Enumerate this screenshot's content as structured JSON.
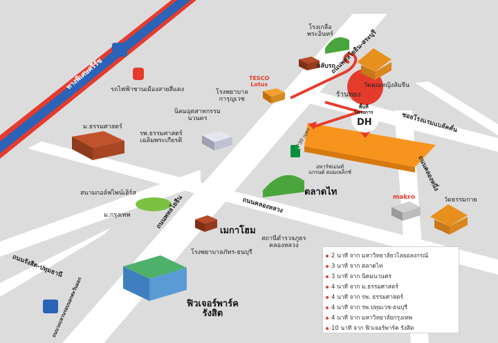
{
  "roads": {
    "tollway": "ทางพิเศษศรีรัช",
    "phahonyothin": "ถนนพหลโยธิน",
    "rangsit_pathum": "ถนนรังสิต-ปทุมธานี",
    "phaholyothin_saraburi": "ถนนพหลโยธิน-สระบุรี",
    "khlong_luang": "ถนนคลองหลวง",
    "khlong_nueng": "ถนนคลองหนึ่ง",
    "soi": "ซอยโรงแรมแบลัคคั่น",
    "outer_ring": "ถนนวงแหวนรอบนอกตะวันออก"
  },
  "places": {
    "red_line": "รถไฟฟ้าชานเมืองสายสีแดง",
    "salt_factory": "โรงเกลือ\nพระอินทร์",
    "uturn": "กลับรถ",
    "temple_nong": "วัดคุณหญิงส้มจีน",
    "ran_thong": "ร้านทอง",
    "tesco": "TESCO\nLotus",
    "hospital_karunyavej": "โรงพยาบาล\nการุญเวช",
    "industrial": "นิคมอุตสาหกรรม\nนวนคร",
    "thammasat": "ม.ธรรมศาสตร์",
    "thammasat_hospital": "รพ.ธรรมศาสตร์\nเฉลิมพระเกียรติ",
    "site_label": "พื้นที่\nโครงการ",
    "site_code": "DH",
    "distance": "230 เมตร",
    "apartment": "อพาร์ทเมนท์\nแกรนด์ คอมเพล็กซ์",
    "talad_thai": "ตลาดไท",
    "golf": "สนามกอล์ฟไพน์เฮิร์ส",
    "bu": "ม.กรุงเทพ",
    "mega_home": "เมกาโฮม",
    "police": "สถานีตำรวจภูธร\nคลองหลวง",
    "patrarat_hospital": "โรงพยาบาลภัทร-ธนบุรี",
    "future_park": "ฟิวเจอร์พาร์ค\nรังสิต",
    "makro": "makro",
    "temple_kai": "วัดธรรมกาย",
    "seven_eleven": "7"
  },
  "legend": [
    "2 นาที   จาก มหาวิทยาลัยวไลยอลงกรณ์",
    "3 นาที   จาก ตลาดไท",
    "3 นาที   จาก นิคมนวนคร",
    "4 นาที   จาก ม.ธรรมศาสตร์",
    "4 นาที   จาก รพ. ธรรมศาสตร์",
    "4 นาที   จาก รพ.ปทุมเวช-ธนบุรี",
    "4 นาที   จาก มหาวิทยาลัยกรุงเทพ",
    "10 นาที  จาก ฟิวเจอร์พาร์ค รังสิต"
  ],
  "colors": {
    "background": "#dcdcdc",
    "road": "#ffffff",
    "tollway_blue": "#2b63b8",
    "tollway_red": "#e53b2c",
    "site": "#f7941d",
    "pin": "#e53b2c",
    "grass": "#7cc142"
  }
}
